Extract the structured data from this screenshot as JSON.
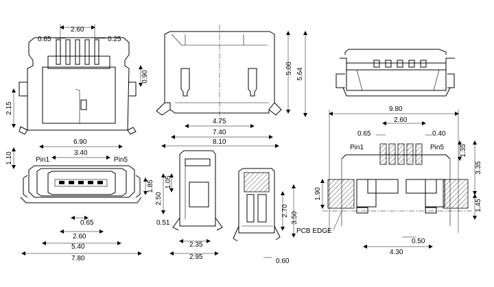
{
  "views": {
    "front_top": {
      "dims": [
        "2.60",
        "0.65",
        "0.25",
        "0.90",
        "2.15"
      ]
    },
    "side_top": {
      "dims": [
        "5.00",
        "5.64",
        "4.75",
        "7.40",
        "8.10"
      ]
    },
    "front_bottom": {
      "dims": [
        "6.90",
        "1.10",
        "3.40",
        "1.85",
        "0.65",
        "2.60",
        "5.40",
        "7.80"
      ],
      "pin1": "Pin1",
      "pin5": "Pin5"
    },
    "side_small": {
      "dims": [
        "1.05",
        "2.50",
        "0.51",
        "2.35",
        "2.95"
      ]
    },
    "section": {
      "dims": [
        "2.70",
        "3.50",
        "0.60"
      ]
    },
    "footprint": {
      "dims": [
        "9.80",
        "2.60",
        "0.65",
        "0.40",
        "1.35",
        "3.35",
        "1.90",
        "1.45",
        "0.50",
        "4.30"
      ],
      "pin1": "Pin1",
      "pin5": "Pin5",
      "pcb_edge": "PCB EDGE"
    }
  }
}
